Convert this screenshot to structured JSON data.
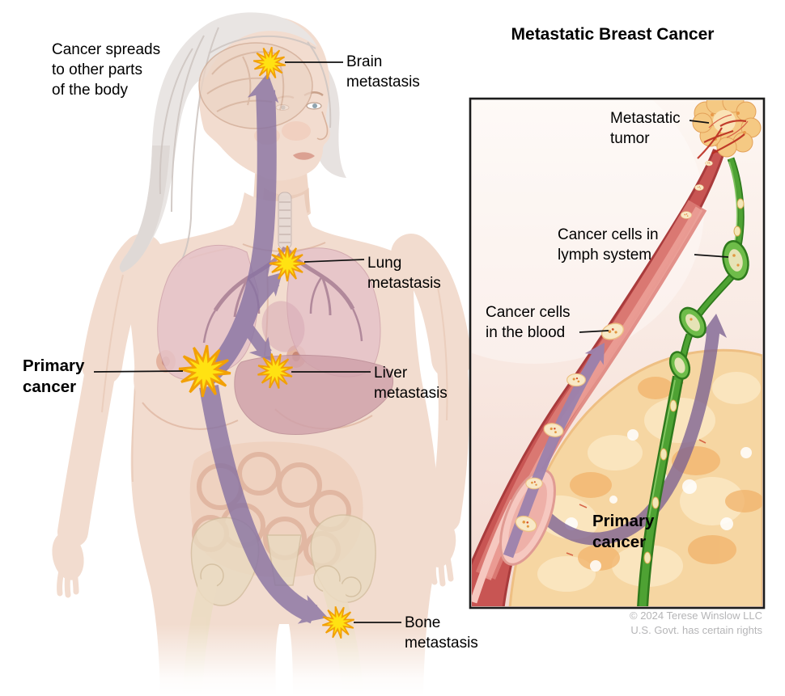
{
  "title": "Metastatic Breast Cancer",
  "annotation_note": "Cancer spreads\nto other parts\nof the body",
  "body_labels": {
    "brain": "Brain\nmetastasis",
    "lung": "Lung\nmetastasis",
    "liver": "Liver\nmetastasis",
    "bone": "Bone\nmetastasis",
    "primary": "Primary\ncancer"
  },
  "inset": {
    "metastatic_tumor": "Metastatic\ntumor",
    "lymph": "Cancer cells in\nlymph system",
    "blood": "Cancer cells\nin the blood",
    "primary": "Primary\ncancer"
  },
  "credit": {
    "line1": "© 2024 Terese Winslow LLC",
    "line2": "U.S. Govt. has certain rights"
  },
  "colors": {
    "starburst_yellow": "#FFE212",
    "starburst_edge_orange": "#F2A007",
    "arrow_purple": "#8873A3",
    "vessel_red": "#C85553",
    "lymph_green": "#4EA233",
    "skin": "#F2DCCF",
    "hair_gray": "#E9E5E3",
    "credit_gray": "#B5B5B7",
    "inset_border": "#1C1C1C"
  }
}
